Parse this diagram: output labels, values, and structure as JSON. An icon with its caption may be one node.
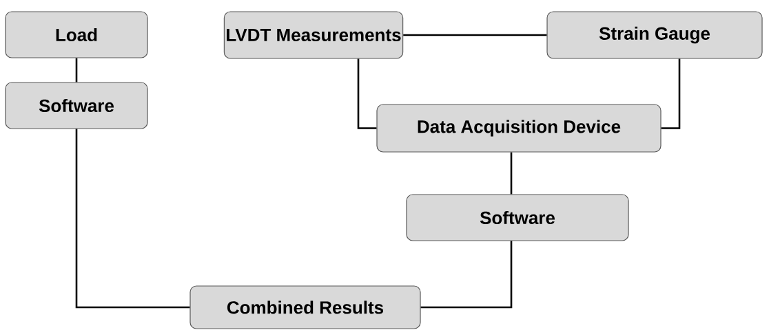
{
  "diagram": {
    "nodes": [
      {
        "text": [
          "Load"
        ]
      },
      {
        "text": [
          "Software"
        ]
      },
      {
        "text": [
          "LVDT Measurements"
        ]
      },
      {
        "text": [
          "Strain Gauge"
        ]
      },
      {
        "text": [
          "Data Acquisition Device"
        ]
      },
      {
        "text": [
          "Software"
        ]
      },
      {
        "text": [
          "Combined Results"
        ]
      }
    ],
    "edges": [
      {
        "from": 0,
        "to": 1,
        "arrow": "none"
      },
      {
        "from": 2,
        "to": 3,
        "arrow": "none"
      },
      {
        "from": 2,
        "to": 4,
        "arrow": "none"
      },
      {
        "from": 3,
        "to": 4,
        "arrow": "none"
      },
      {
        "from": 4,
        "to": 5,
        "arrow": "none"
      },
      {
        "from": 1,
        "to": 6,
        "arrow": "none"
      },
      {
        "from": 5,
        "to": 6,
        "arrow": "none"
      }
    ]
  }
}
